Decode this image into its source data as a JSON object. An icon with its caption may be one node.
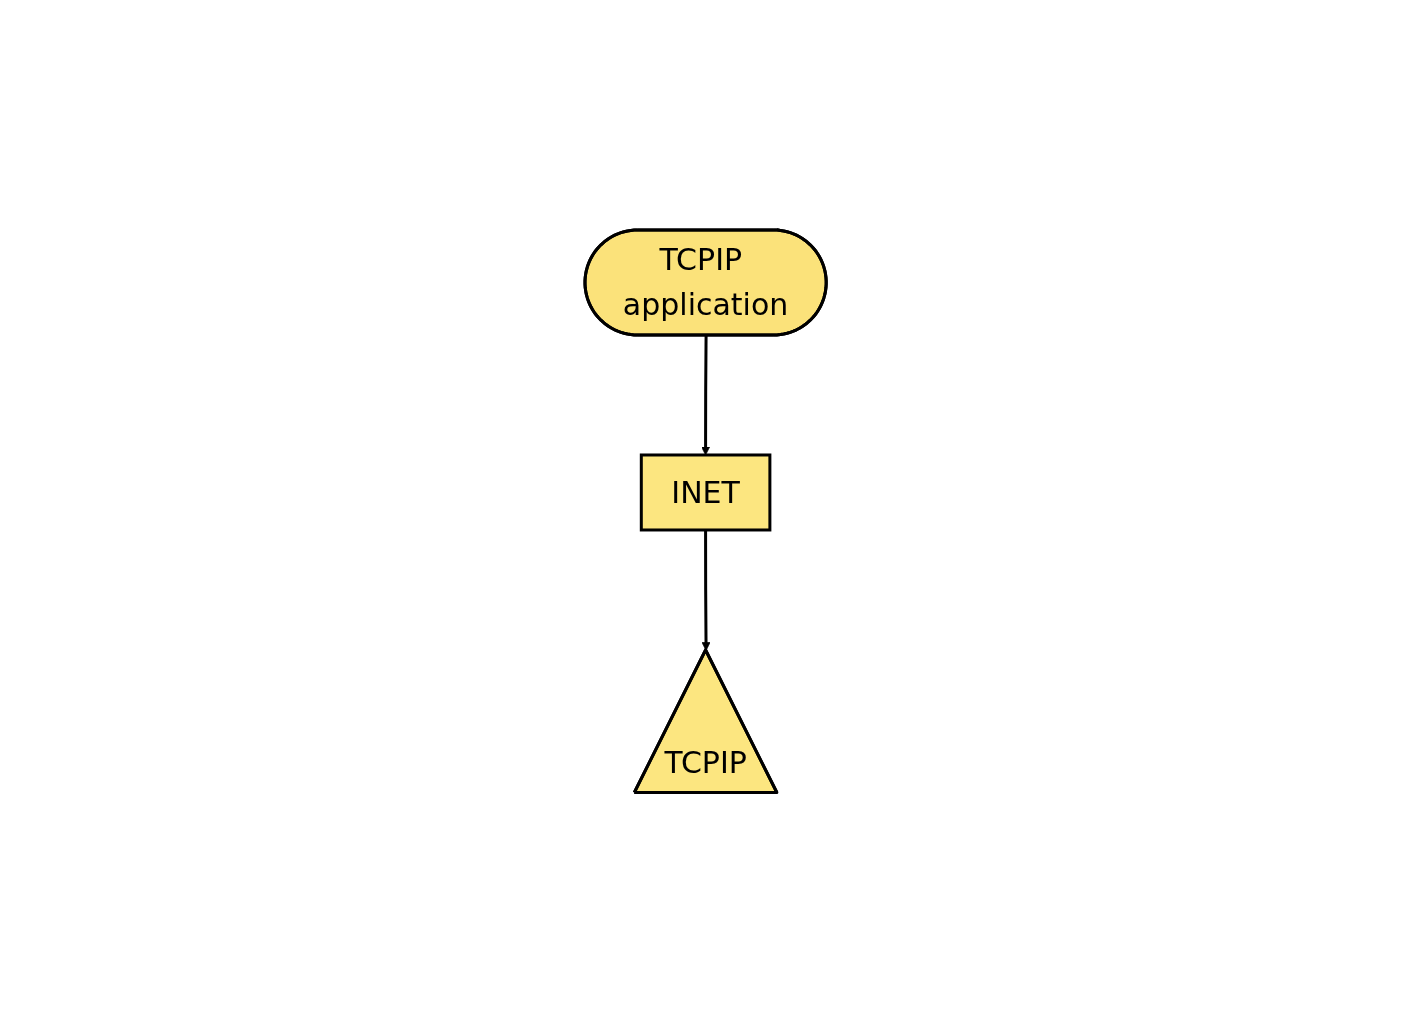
{
  "diagram": {
    "nodes": [
      {
        "text": [
          "TCPIP application"
        ]
      },
      {
        "text": [
          "INET"
        ]
      },
      {
        "text": [
          "TCPIP"
        ]
      }
    ],
    "edges": [
      {
        "from": 0,
        "to": 1,
        "arrow": "to"
      },
      {
        "from": 1,
        "to": 2,
        "arrow": "to"
      }
    ]
  }
}
